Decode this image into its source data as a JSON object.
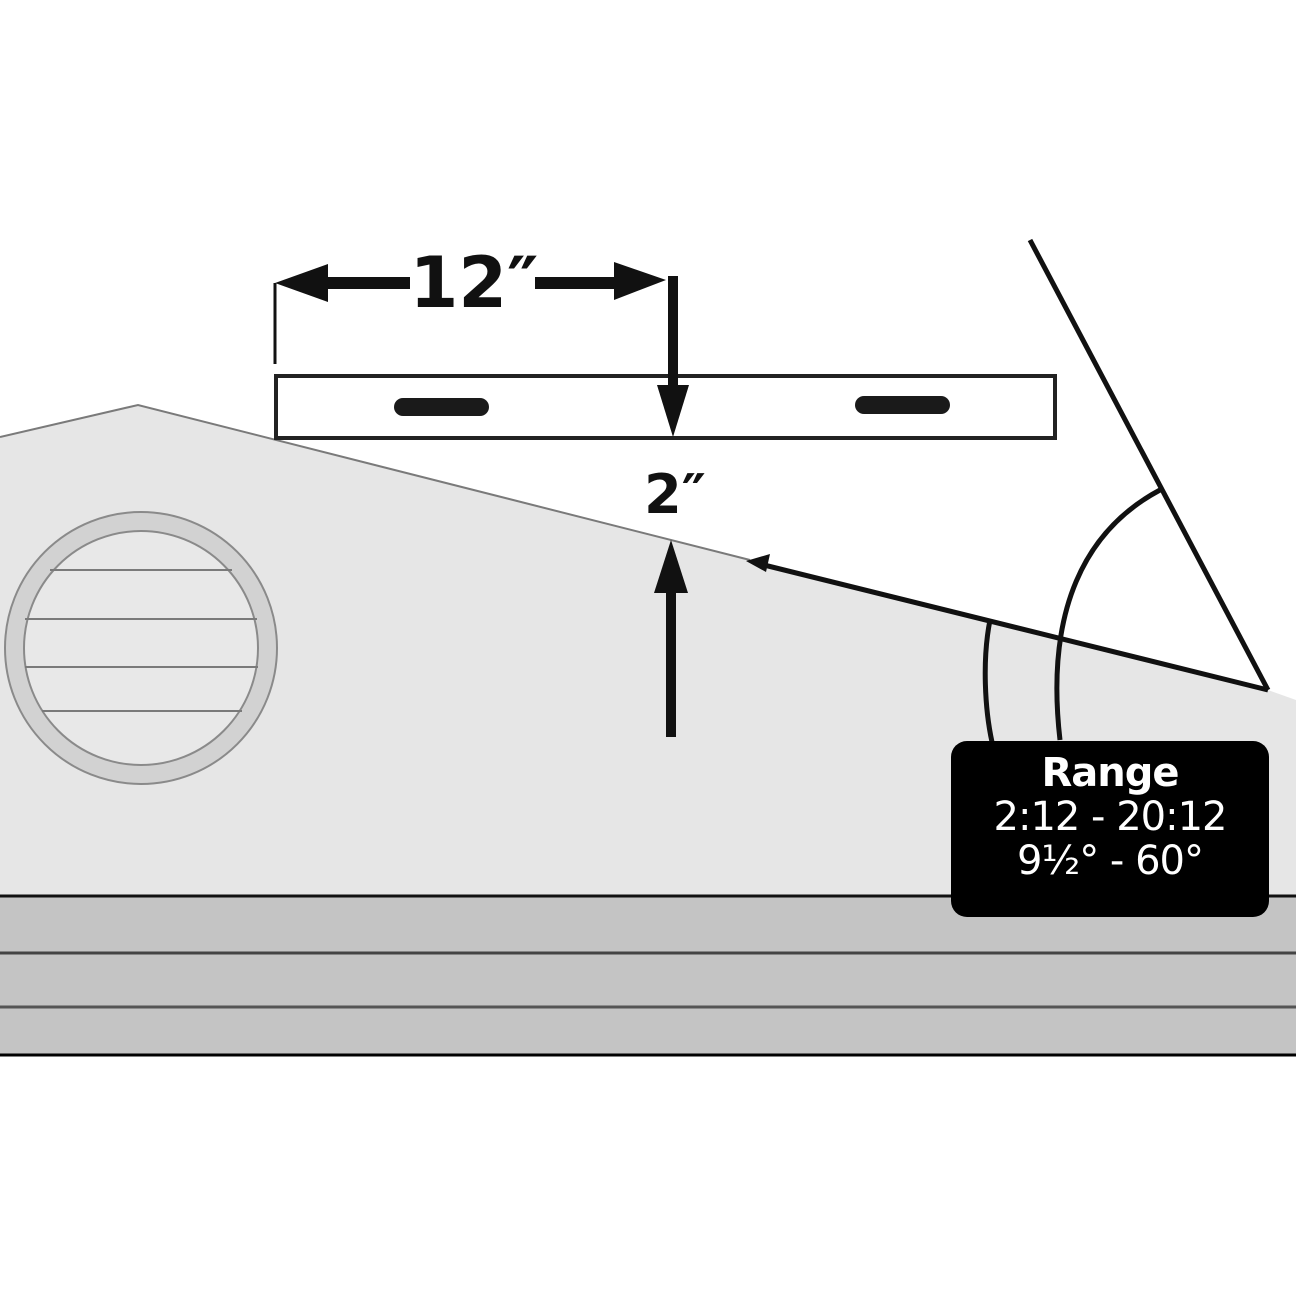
{
  "diagram": {
    "subject": "roof pitch measurement with level",
    "labels": {
      "run": "12″",
      "rise": "2″"
    },
    "range_box": {
      "title": "Range",
      "pitch_range": "2:12 - 20:12",
      "angle_range": "9½° - 60°"
    },
    "colors": {
      "background": "#ffffff",
      "roof_fill": "#e6e6e6",
      "fascia_fill": "#c4c4c4",
      "line": "#111111",
      "vent_ring": "#d2d2d2",
      "range_box_bg": "#000000",
      "range_box_text": "#ffffff"
    },
    "elements": [
      "level-bar",
      "run-dimension-arrow",
      "rise-dimension-arrow",
      "roof-gable",
      "round-vent",
      "angle-gauge-arcs",
      "fascia-bands",
      "range-box"
    ]
  }
}
